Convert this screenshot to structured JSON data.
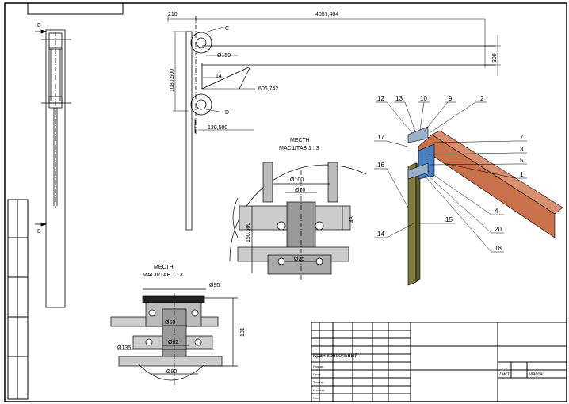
{
  "drawing": {
    "dimensions": {
      "d_210": "210",
      "d_4057": "4057,404",
      "d_1080": "1080,500",
      "d_300": "300",
      "d_phi159": "Ø159",
      "d_14": "14",
      "d_606": "606,742",
      "d_130": "130,500",
      "d_phi100": "Ø100",
      "d_phi70": "Ø70",
      "d_150": "150,500",
      "d_48": "48",
      "d_phi25": "Ø25",
      "d_phi90_top": "Ø90",
      "d_phi50": "Ø50",
      "d_phi62": "Ø62",
      "d_phi135": "Ø135",
      "d_131": "131",
      "d_phi90_bottom": "Ø90"
    },
    "section_marks": {
      "top": "B",
      "bottom": "B"
    },
    "detail_marks": {
      "c": "C",
      "d": "D"
    },
    "detail_c": {
      "title": "МЕСТН",
      "scale": "МАСШТАБ 1 : 3"
    },
    "detail_d": {
      "title": "МЕСТН",
      "scale": "МАСШТАБ 1 : 3"
    },
    "balloons": [
      "12",
      "13",
      "10",
      "9",
      "2",
      "7",
      "3",
      "5",
      "1",
      "17",
      "16",
      "14",
      "15",
      "4",
      "20",
      "18"
    ]
  },
  "title_block": {
    "name": "Кран консольный",
    "rows": [
      "Разраб.",
      "Пров.",
      "Т.контр.",
      "Н.контр.",
      "Утв."
    ],
    "sheet_label": "Лист",
    "mass_label": "Масса:"
  },
  "colors": {
    "line": "#000000",
    "beam": "#c8714a",
    "column": "#7d7a3e",
    "bracket": "#4a7fc0"
  }
}
